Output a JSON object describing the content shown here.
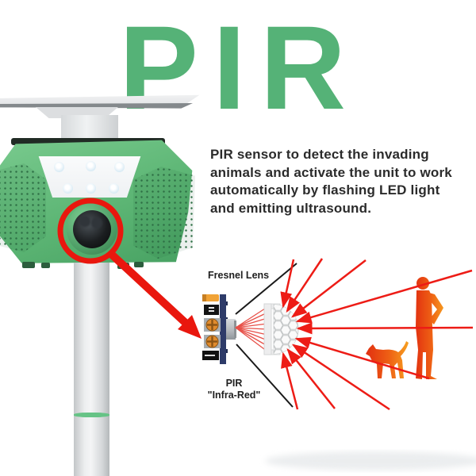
{
  "heading": {
    "text": "PIR"
  },
  "description": {
    "lines": [
      "PIR sensor to detect the invading",
      "animals and activate the unit to work",
      "automatically by flashing LED light",
      "and emitting ultrasound."
    ]
  },
  "diagram": {
    "fresnel_label": "Fresnel Lens",
    "pir_label": "PIR",
    "pir_sublabel": "\"Infra-Red\""
  },
  "colors": {
    "heading_green": "#55b277",
    "device_green": "#5cb574",
    "annotation_red": "#e9170e",
    "ray_red": "#ed1c16",
    "pcb_navy": "#2e3b69",
    "person_gradient_start": "#e02a10",
    "person_gradient_end": "#f7a321",
    "text_dark": "#2b2b2b"
  }
}
